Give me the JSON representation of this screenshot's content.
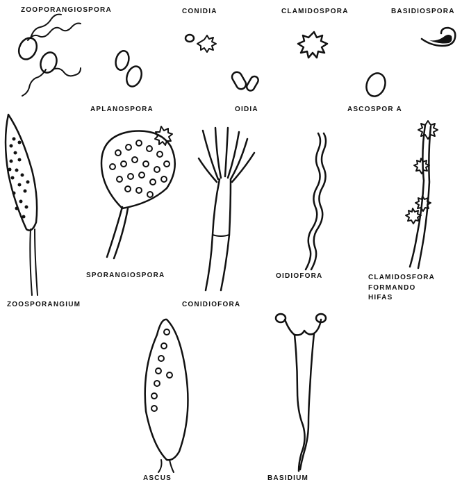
{
  "labels": {
    "zooporangiospora": "ZOOPORANGIOSPORA",
    "conidia": "CONIDIA",
    "clamidospora": "CLAMIDOSPORA",
    "basidiospora": "BASIDIOSPORA",
    "aplanospora": "APLANOSPORA",
    "oidia": "OIDIA",
    "ascospora": "ASCOSPOR A",
    "zoosporangium": "ZOOSPORANGIUM",
    "sporangiospora": "SPORANGIOSPORA",
    "conidiofora": "CONIDIOFORA",
    "oidiofora": "OIDIOFORA",
    "clamidospora_formando": "CLAMIDOSFORA",
    "formando": "FORMANDO",
    "hifas": "HIFAS",
    "ascus": "ASCUS",
    "basidium": "BASIDIUM"
  }
}
